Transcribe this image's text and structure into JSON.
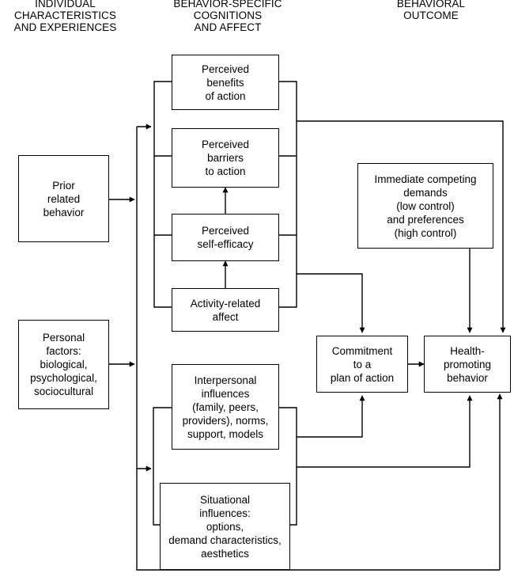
{
  "headers": {
    "individual": [
      "INDIVIDUAL",
      "CHARACTERISTICS",
      "AND EXPERIENCES"
    ],
    "behavior": [
      "BEHAVIOR-SPECIFIC",
      "COGNITIONS",
      "AND AFFECT"
    ],
    "outcome": [
      "BEHAVIORAL",
      "OUTCOME"
    ]
  },
  "boxes": {
    "prior_behavior": [
      "Prior",
      "related",
      "behavior"
    ],
    "personal_factors": [
      "Personal",
      "factors:",
      "biological,",
      "psychological,",
      "sociocultural"
    ],
    "benefits": [
      "Perceived",
      "benefits",
      "of action"
    ],
    "barriers": [
      "Perceived",
      "barriers",
      "to action"
    ],
    "self_efficacy": [
      "Perceived",
      "self-efficacy"
    ],
    "activity_affect": [
      "Activity-related",
      "affect"
    ],
    "interpersonal": [
      "Interpersonal",
      "influences",
      "(family, peers,",
      "providers), norms,",
      "support, models"
    ],
    "situational": [
      "Situational",
      "influences:",
      "options,",
      "demand characteristics,",
      "aesthetics"
    ],
    "competing_demands": [
      "Immediate competing",
      "demands",
      "(low control)",
      "and preferences",
      "(high control)"
    ],
    "commitment": [
      "Commitment",
      "to a",
      "plan of action"
    ],
    "health_behavior": [
      "Health-",
      "promoting",
      "behavior"
    ]
  }
}
